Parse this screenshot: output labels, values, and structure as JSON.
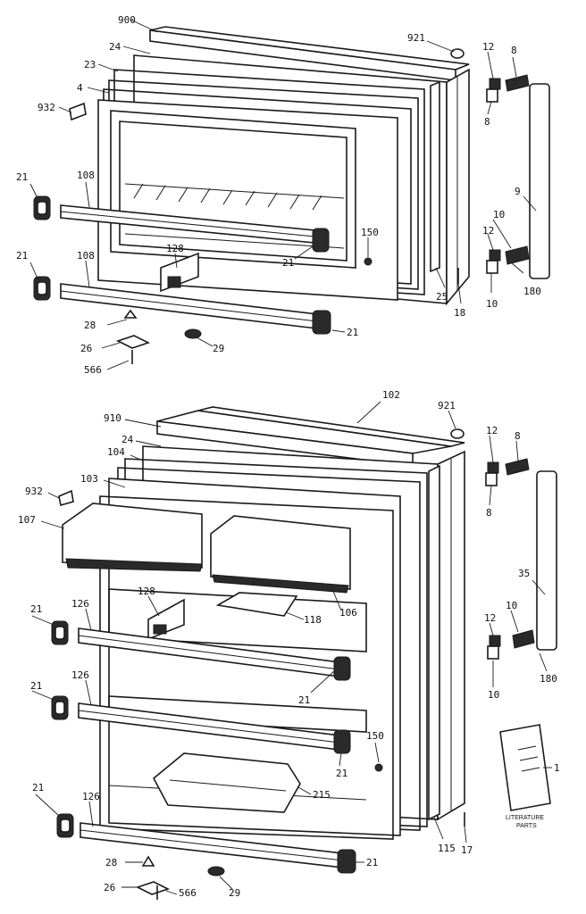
{
  "diagram": {
    "upper_door_labels": {
      "p900": "900",
      "p24": "24",
      "p23": "23",
      "p4": "4",
      "p932": "932",
      "p921": "921",
      "p12a": "12",
      "p8a": "8",
      "p8b": "8",
      "p21a": "21",
      "p108a": "108",
      "p21b": "21",
      "p108b": "108",
      "p128": "128",
      "p21c": "21",
      "p21d": "21",
      "p150": "150",
      "p9": "9",
      "p12b": "12",
      "p10a": "10",
      "p10b": "10",
      "p180": "180",
      "p25": "25",
      "p18": "18",
      "p28": "28",
      "p26": "26",
      "p29": "29",
      "p566": "566"
    },
    "lower_door_labels": {
      "p102": "102",
      "p910": "910",
      "p921": "921",
      "p24": "24",
      "p104": "104",
      "p103": "103",
      "p932": "932",
      "p107": "107",
      "p12a": "12",
      "p8a": "8",
      "p8b": "8",
      "p128": "128",
      "p118": "118",
      "p106": "106",
      "p35": "35",
      "p21a": "21",
      "p126a": "126",
      "p12b": "12",
      "p10a": "10",
      "p180": "180",
      "p21b": "21",
      "p10b": "10",
      "p21c": "21",
      "p126b": "126",
      "p150": "150",
      "p21d": "21",
      "p1": "1",
      "p215": "215",
      "p21e": "21",
      "p126c": "126",
      "p115": "115",
      "p17": "17",
      "p21f": "21",
      "p28": "28",
      "p26": "26",
      "p29": "29",
      "p566": "566"
    },
    "literature": {
      "line1": "LITERATURE",
      "line2": "PARTS"
    }
  }
}
